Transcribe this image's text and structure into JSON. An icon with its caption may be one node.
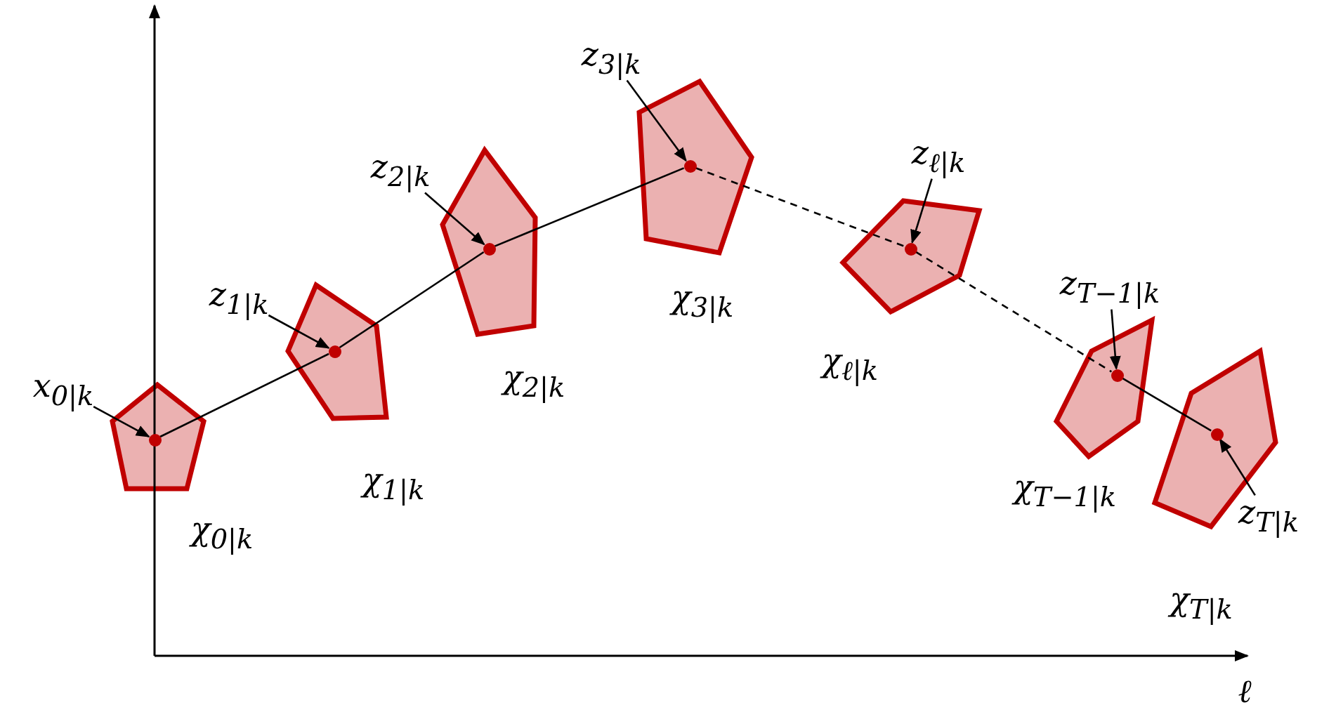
{
  "diagram": {
    "nodes": [
      {
        "text": [],
        "shape": "pentagon",
        "beside": [
          "χ$_{0|k}$"
        ]
      },
      {
        "text": [],
        "shape": "circle",
        "in": 0
      },
      {
        "text": [
          "x$_{0|k}$"
        ]
      },
      {
        "text": [],
        "shape": "pentagon",
        "beside": [
          "χ$_{1|k}$"
        ]
      },
      {
        "text": [],
        "shape": "circle",
        "in": 3
      },
      {
        "text": [
          "z$_{1|k}$"
        ]
      },
      {
        "text": [],
        "shape": "pentagon",
        "beside": [
          "χ$_{2|k}$"
        ]
      },
      {
        "text": [],
        "shape": "circle",
        "in": 6
      },
      {
        "text": [
          "z$_{2|k}$"
        ]
      },
      {
        "text": [],
        "shape": "pentagon",
        "beside": [
          "χ$_{3|k}$"
        ]
      },
      {
        "text": [],
        "shape": "circle",
        "in": 9
      },
      {
        "text": [
          "z$_{3|k}$"
        ]
      },
      {
        "text": [],
        "shape": "pentagon",
        "beside": [
          "χ$_{ℓ|k}$"
        ]
      },
      {
        "text": [],
        "shape": "circle",
        "in": 12
      },
      {
        "text": [
          "z$_{ℓ|k}$"
        ]
      },
      {
        "text": [],
        "shape": "pentagon",
        "beside": [
          "χ$_{T−1|k}$"
        ]
      },
      {
        "text": [],
        "shape": "circle",
        "in": 15
      },
      {
        "text": [
          "z$_{T−1|k}$"
        ]
      },
      {
        "text": [],
        "shape": "pentagon",
        "beside": [
          "χ$_{T|k}$"
        ]
      },
      {
        "text": [],
        "shape": "circle",
        "in": 18
      },
      {
        "text": [
          "z$_{T|k}$"
        ]
      }
    ],
    "edges": [
      {
        "from": 2,
        "to": 1,
        "arrow": "to"
      },
      {
        "from": 5,
        "to": 4,
        "arrow": "to"
      },
      {
        "from": 8,
        "to": 7,
        "arrow": "to"
      },
      {
        "from": 11,
        "to": 10,
        "arrow": "to"
      },
      {
        "from": 14,
        "to": 13,
        "arrow": "to"
      },
      {
        "from": 17,
        "to": 16,
        "arrow": "to"
      },
      {
        "from": 20,
        "to": 19,
        "arrow": "to"
      },
      {
        "from": 1,
        "to": 4,
        "arrow": "none"
      },
      {
        "from": 4,
        "to": 7,
        "arrow": "none"
      },
      {
        "from": 7,
        "to": 10,
        "arrow": "none"
      },
      {
        "from": 10,
        "to": 13,
        "arrow": "none",
        "style": "dashed"
      },
      {
        "from": 13,
        "to": 16,
        "arrow": "none",
        "style": "dashed"
      },
      {
        "from": 16,
        "to": 19,
        "arrow": "none"
      }
    ],
    "labels": [
      "ℓ"
    ]
  }
}
